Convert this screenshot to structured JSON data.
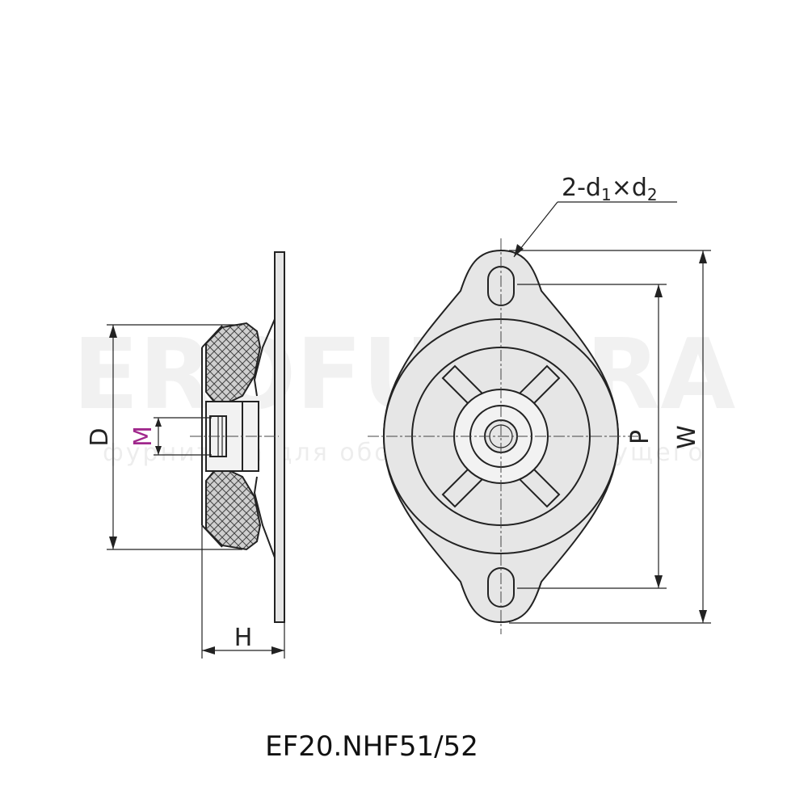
{
  "labels": {
    "d": "D",
    "m": "M",
    "h": "H",
    "p": "P",
    "w": "W",
    "holes_prefix": "2-d",
    "holes_sub1": "1",
    "holes_mid": "×d",
    "holes_sub2": "2"
  },
  "caption": "EF20.NHF51/52",
  "watermark": {
    "brand": "EROFUTURA",
    "tagline": "фурнитура для оборудования будущего"
  },
  "colors": {
    "line": "#222222",
    "m_label": "#a0288c",
    "fill": "#e6e6e6"
  }
}
